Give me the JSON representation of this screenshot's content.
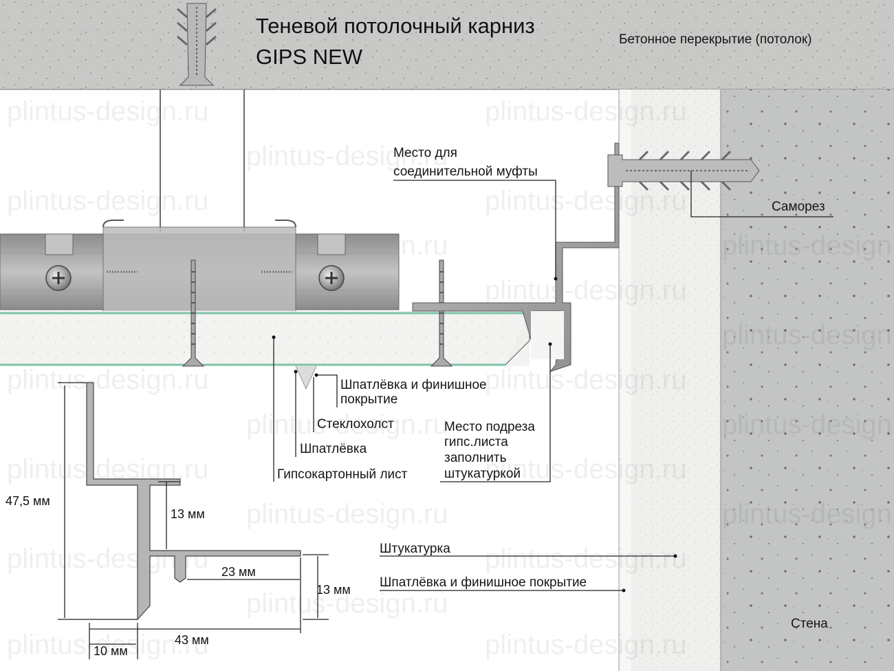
{
  "title": {
    "line1": "Теневой потолочный карниз",
    "line2": "GIPS NEW"
  },
  "labels": {
    "ceiling": "Бетонное перекрытие (потолок)",
    "coupling_line1": "Место для",
    "coupling_line2": "соединительной муфты",
    "screw": "Саморез",
    "putty_finish_line1": "Шпатлёвка и финишное",
    "putty_finish_line2": "покрытие",
    "fiberglass": "Стеклохолст",
    "putty": "Шпатлёвка",
    "drywall": "Гипсокартонный лист",
    "cut_line1": "Место подреза",
    "cut_line2": "гипс.листа",
    "cut_line3": "заполнить",
    "cut_line4": "штукатуркой",
    "plaster": "Штукатурка",
    "wall_putty_finish": "Шпатлёвка и финишное покрытие",
    "wall": "Стена"
  },
  "dimensions": {
    "height": "47,5 мм",
    "step": "13 мм",
    "flange": "23 мм",
    "lip": "13 мм",
    "width": "43 мм",
    "base": "10 мм"
  },
  "watermark": "plintus-design.ru",
  "colors": {
    "concrete": "#c9c9c7",
    "plaster": "#eeeeec",
    "profile": "#a4a4a4",
    "drywall_edge": "#7fc3a8"
  }
}
